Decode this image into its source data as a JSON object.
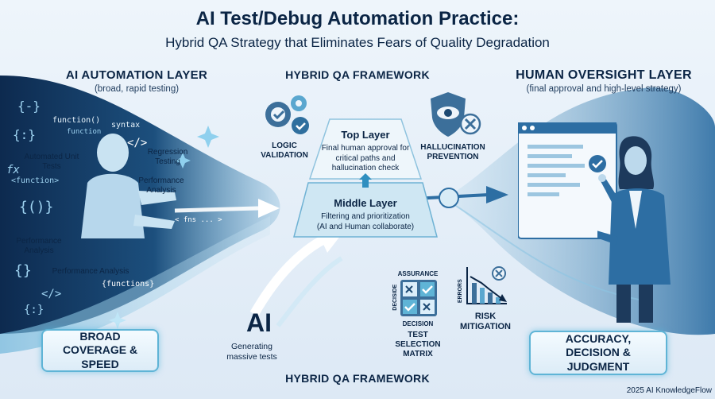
{
  "title": "AI Test/Debug Automation Practice:",
  "subtitle": "Hybrid QA Strategy that Eliminates Fears of Quality Degradation",
  "left_layer": {
    "heading": "AI AUTOMATION LAYER",
    "subheading": "(broad, rapid testing)",
    "labels": {
      "automated_unit_tests": "Automated Unit Tests",
      "regression_testing": "Regression Testing",
      "performance_analysis_1": "Performance Analysis",
      "performance_analysis_2": "Performance Analysis",
      "performance_analysis_3": "Performance Analysis"
    },
    "code_snippets": {
      "s1": "{-}",
      "s2": "function()",
      "s3": "syntax",
      "s4": "function",
      "s5": "</>",
      "s6": "{:}",
      "s7": "fx",
      "s8": "<function>",
      "s9": "{()}",
      "s10": "{}",
      "s11": "{functions}",
      "s12": "</>",
      "s13": "< fns ... >",
      "s14": "{:}"
    },
    "bottom_box": "BROAD COVERAGE & SPEED"
  },
  "center": {
    "heading": "HYBRID QA FRAMEWORK",
    "logic_validation": "LOGIC VALIDATION",
    "hallucination_prevention": "HALLUCINATION PREVENTION",
    "top_layer_title": "Top Layer",
    "top_layer_desc": "Final human approval for critical paths and hallucination check",
    "middle_layer_title": "Middle Layer",
    "middle_layer_desc": "Filtering and prioritization (AI and Human collaborate)",
    "ai_label": "AI",
    "ai_desc": "Generating massive tests",
    "matrix": {
      "top": "ASSURANCE",
      "left": "DECISIDE",
      "bottom": "DECISION",
      "title": "TEST SELECTION MATRIX"
    },
    "risk": {
      "axis": "ERRORS",
      "title": "RISK MITIGATION"
    },
    "footer_heading": "HYBRID QA FRAMEWORK"
  },
  "right_layer": {
    "heading": "HUMAN OVERSIGHT LAYER",
    "subheading": "(final approval and high-level strategy)",
    "bottom_box": "ACCURACY, DECISION & JUDGMENT"
  },
  "credit": "2025 AI KnowledgeFlow",
  "colors": {
    "navy": "#0b2545",
    "accent": "#2f8fc0",
    "glow": "#5fb4d6",
    "teal": "#4fa6bf"
  }
}
